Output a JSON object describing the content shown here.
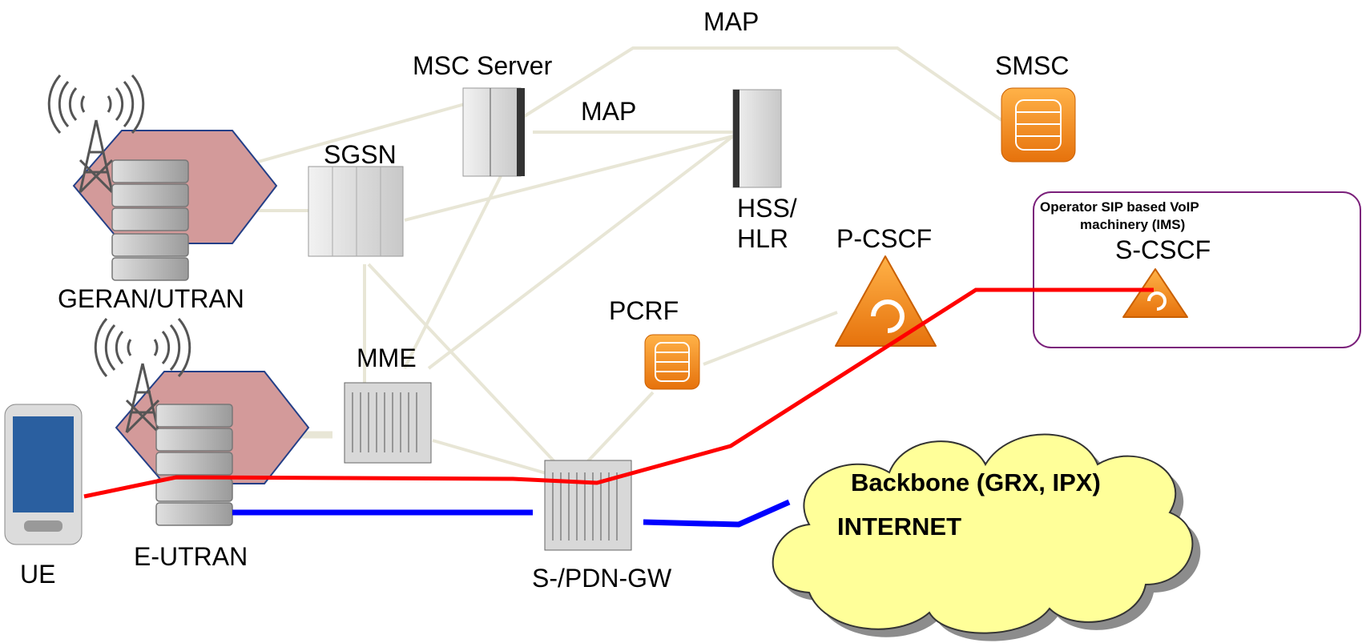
{
  "labels": {
    "map_top": "MAP",
    "msc_server": "MSC Server",
    "map_mid": "MAP",
    "smsc": "SMSC",
    "sgsn": "SGSN",
    "hss_line1": "HSS/",
    "hss_line2": "HLR",
    "pcscf": "P-CSCF",
    "geran_utran": "GERAN/UTRAN",
    "pcrf": "PCRF",
    "mme": "MME",
    "ims_line1": "Operator SIP based VoIP",
    "ims_line2": "machinery (IMS)",
    "scscf": "S-CSCF",
    "backbone": "Backbone (GRX, IPX)",
    "internet": "INTERNET",
    "ue": "UE",
    "eutran": "E-UTRAN",
    "gw": "S-/PDN-GW"
  },
  "colors": {
    "signaling_line": "#e8e6d6",
    "user_plane_red": "#ff0000",
    "user_plane_blue": "#0000ff",
    "cell_fill": "#d39a9a",
    "cell_stroke": "#243f87",
    "orange": "#f08a1c",
    "cloud_fill": "#ffff99",
    "ims_box_stroke": "#7a1f7a"
  },
  "icons": {
    "antenna": "antenna-icon",
    "base_station": "base-station-rack-icon",
    "server_cabinet": "server-cabinet-icon",
    "chassis": "blade-chassis-icon",
    "database": "orange-database-icon",
    "cscf": "orange-triangle-cscf-icon",
    "phone": "mobile-phone-icon",
    "cloud": "cloud-icon"
  }
}
